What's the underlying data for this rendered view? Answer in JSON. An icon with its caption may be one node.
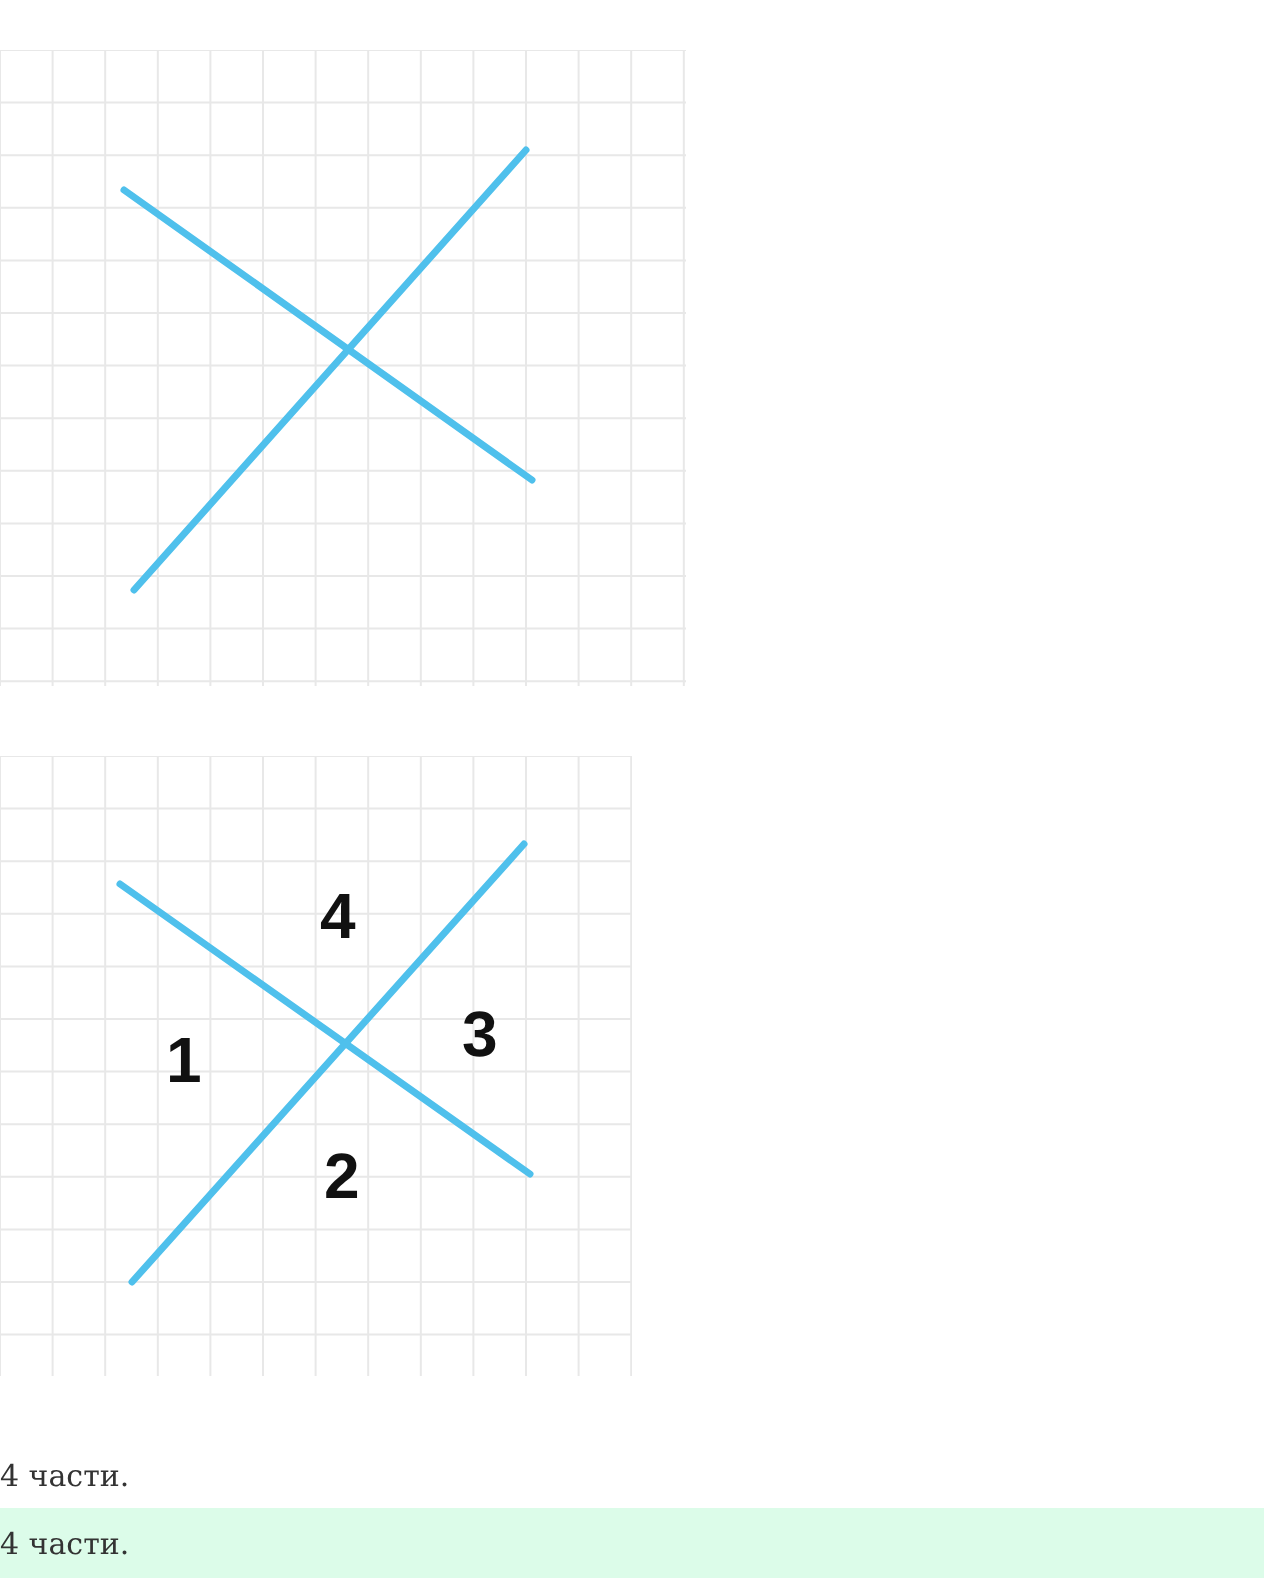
{
  "diagram": {
    "labels": [
      "4",
      "3",
      "1",
      "2",
      "4 части.",
      "4 части."
    ]
  }
}
